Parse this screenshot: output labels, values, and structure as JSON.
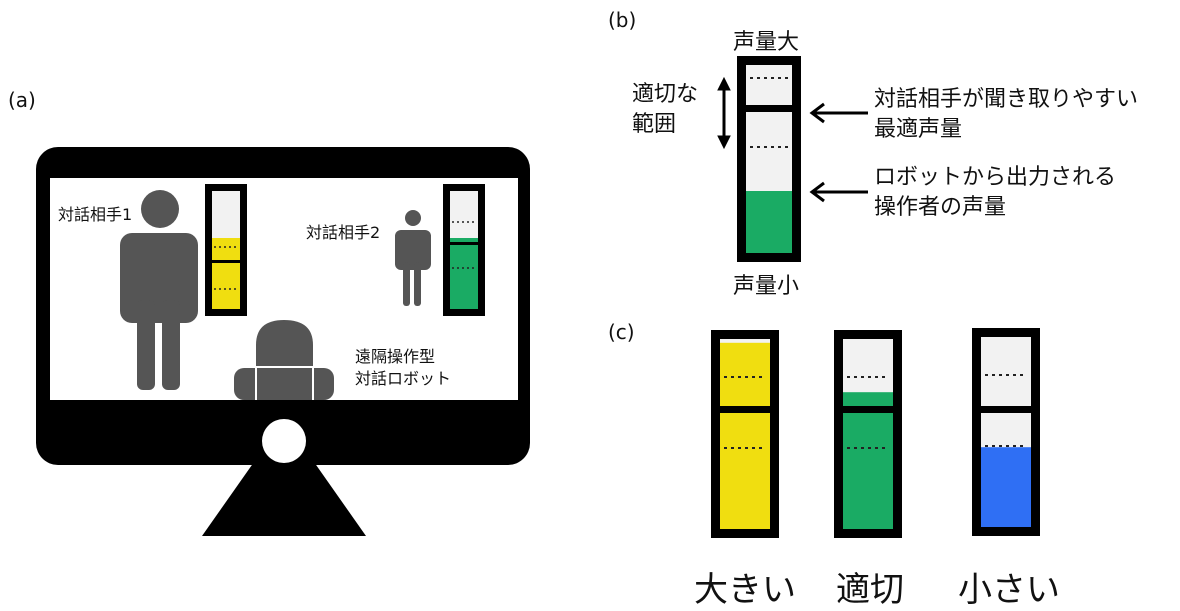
{
  "panels": {
    "a": "(a)",
    "b": "(b)",
    "c": "(c)"
  },
  "scene": {
    "partner1": "対話相手1",
    "partner2": "対話相手2",
    "robot": [
      "遠隔操作型",
      "対話ロボット"
    ]
  },
  "legend": {
    "top": "声量大",
    "bottom": "声量小",
    "range": [
      "適切な",
      "範囲"
    ],
    "optimal": [
      "対話相手が聞き取りやすい",
      "最適声量"
    ],
    "output": [
      "ロボットから出力される",
      "操作者の声量"
    ]
  },
  "meters": [
    {
      "label": "大きい",
      "level": 0.98,
      "color": "#f0de10"
    },
    {
      "label": "適切",
      "level": 0.72,
      "color": "#1aab64"
    },
    {
      "label": "小さい",
      "level": 0.42,
      "color": "#2f6ff4"
    }
  ],
  "colors": {
    "yellow": "#f0de10",
    "green": "#1aab64",
    "blue": "#2f6ff4",
    "empty": "#f2f2f2",
    "figure": "#555555"
  }
}
